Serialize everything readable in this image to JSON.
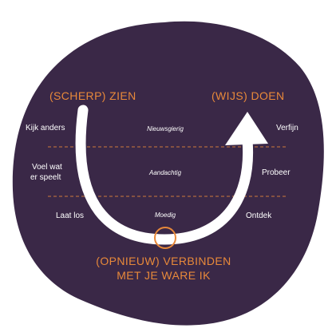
{
  "colors": {
    "background": "#ffffff",
    "blob": "#3a2847",
    "accent": "#e8893a",
    "text": "#ffffff",
    "arrow": "#ffffff"
  },
  "headings": {
    "left": "(SCHERP) ZIEN",
    "right": "(WIJS) DOEN",
    "bottom_line1": "(OPNIEUW) VERBINDEN",
    "bottom_line2": "MET JE WARE IK"
  },
  "left_labels": [
    "Kijk anders",
    "Voel wat",
    "er speelt",
    "Laat los"
  ],
  "center_labels": [
    "Nieuwsgierig",
    "Aandachtig",
    "Moedig"
  ],
  "right_labels": [
    "Verfijn",
    "Probeer",
    "Ontdek"
  ]
}
